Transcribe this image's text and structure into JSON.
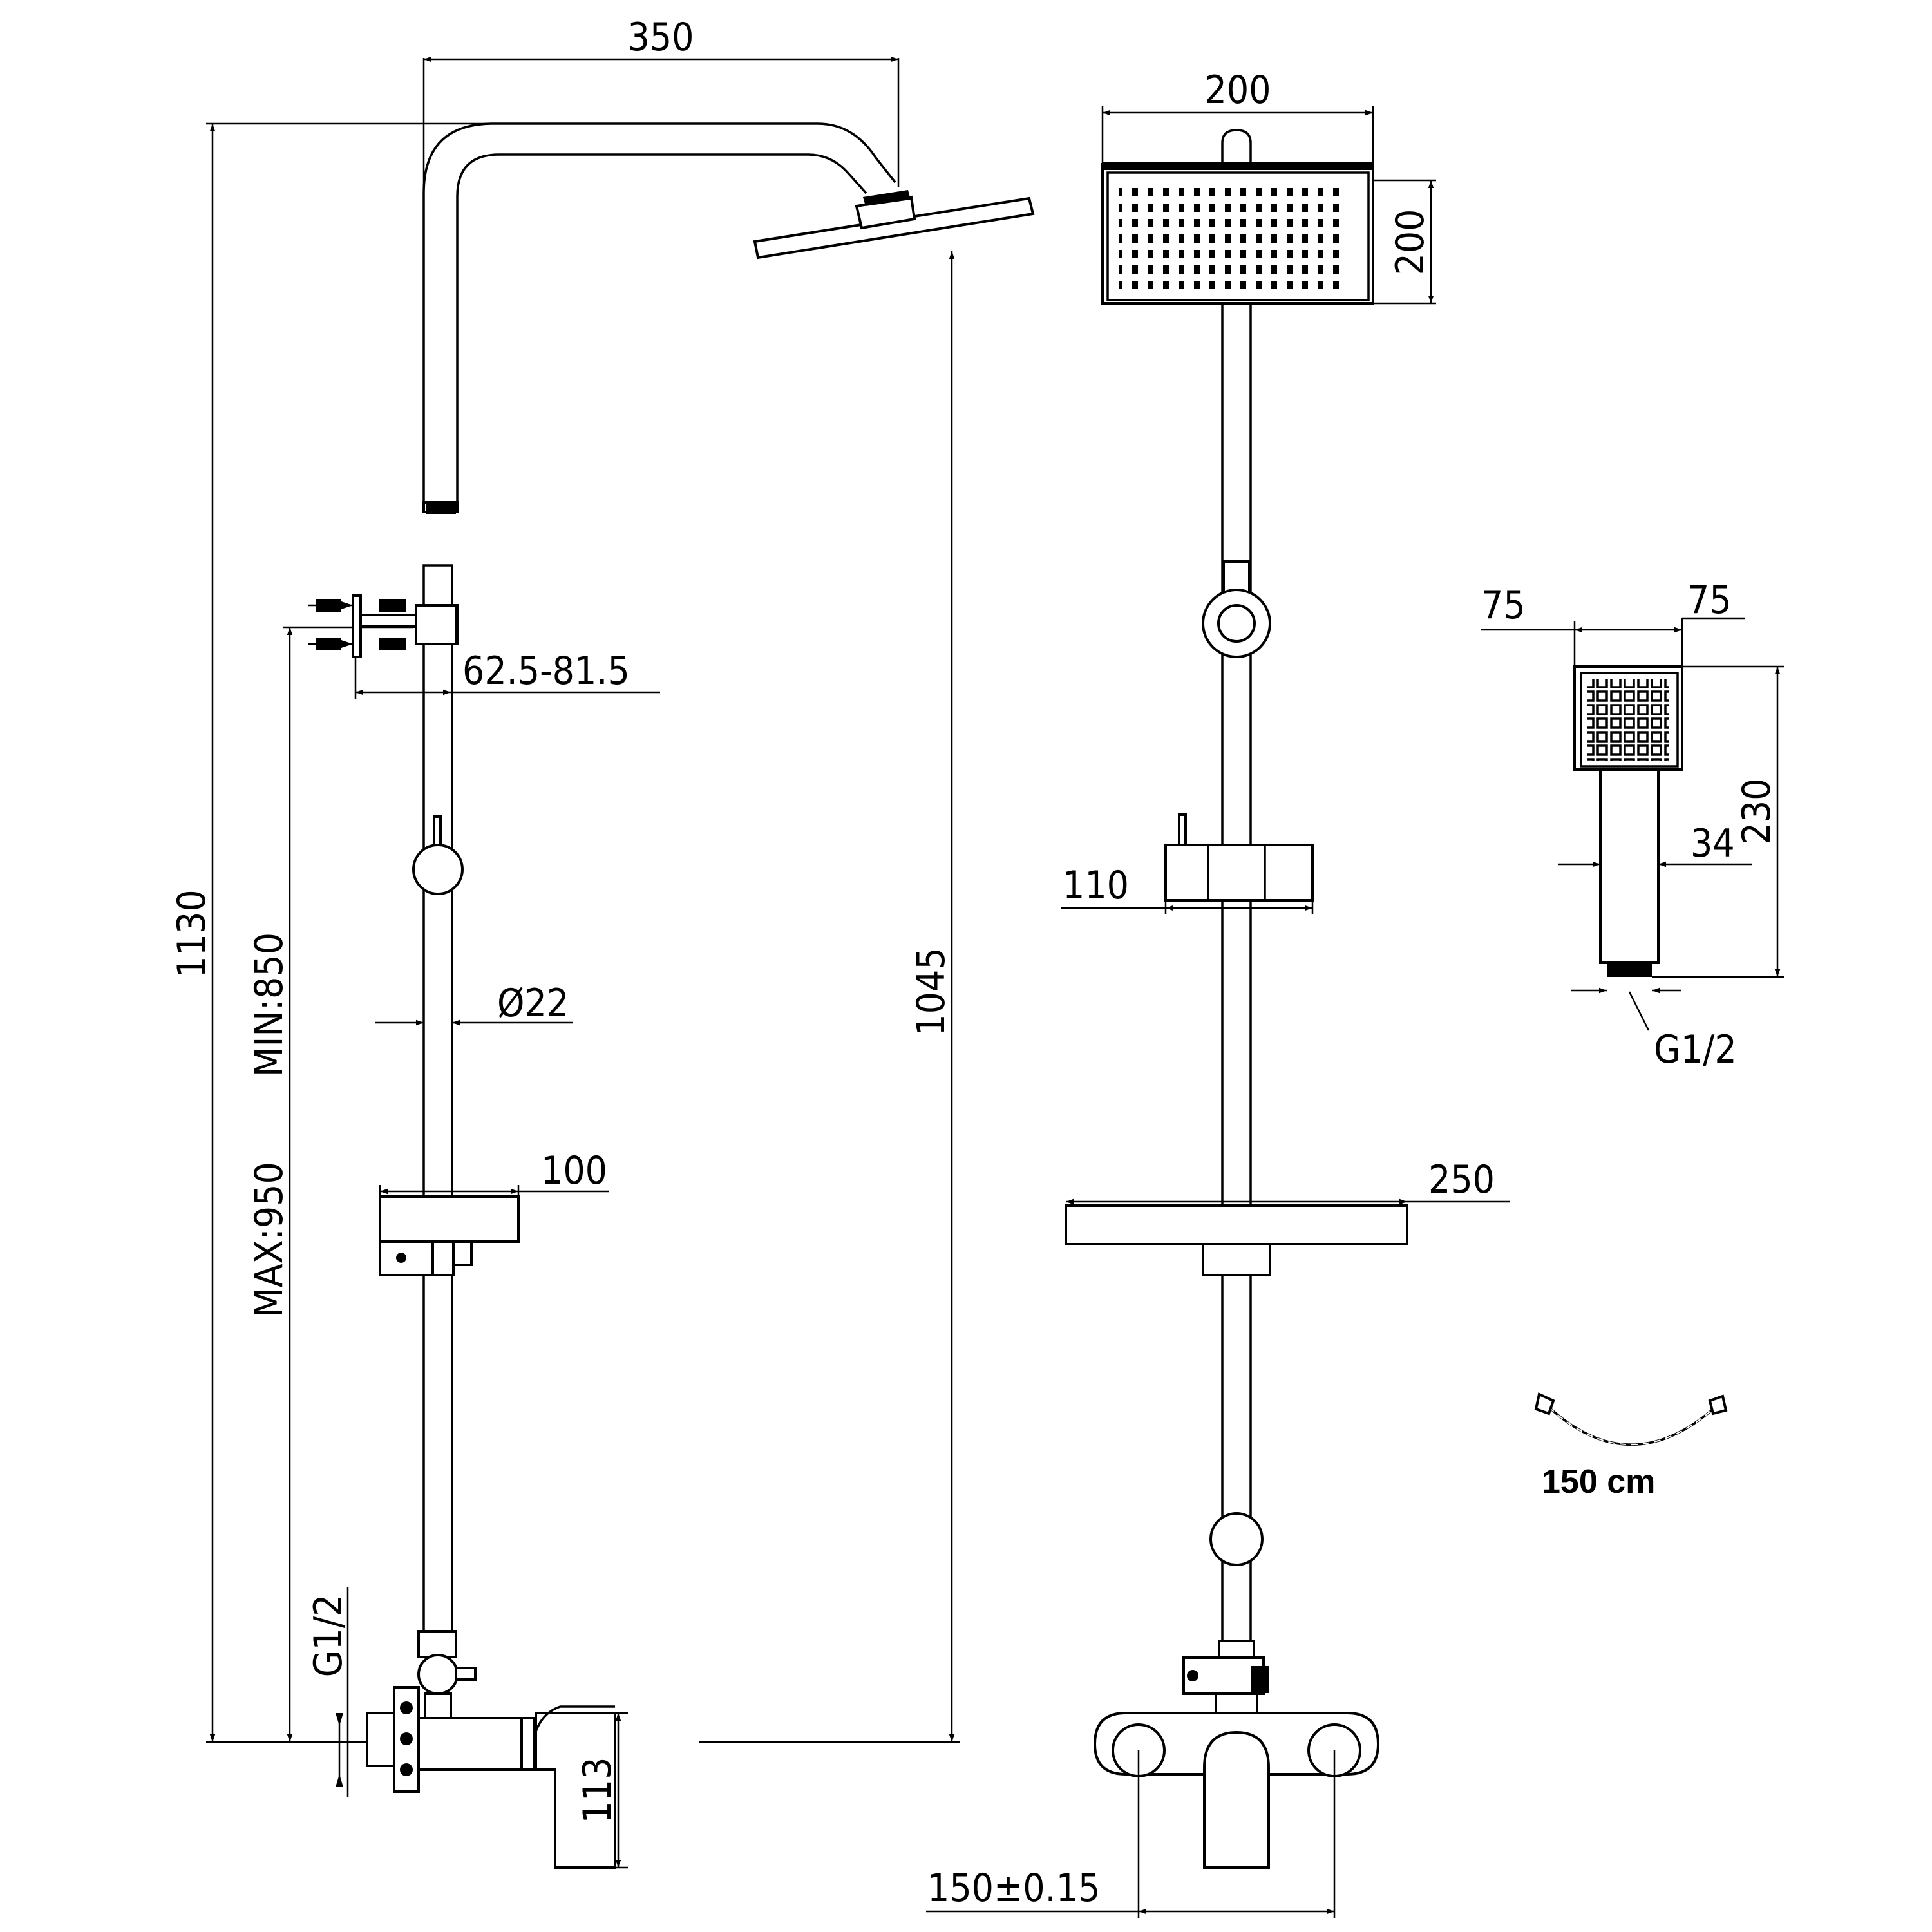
{
  "dimensions": {
    "arm_length": "350",
    "total_height": "1130",
    "rail_height": "1045",
    "height_range_max": "MAX:950",
    "height_range_min": "MIN:850",
    "bracket_depth": "62.5-81.5",
    "rail_diameter": "Ø22",
    "soap_dish_side": "100",
    "mixer_depth": "113",
    "inlet_thread_side": "G1/2",
    "head_width": "200",
    "head_depth": "200",
    "slider_width": "110",
    "shelf_width": "250",
    "centres": "150±0.15",
    "hand_left": "75",
    "hand_right": "75",
    "hand_length": "230",
    "hand_handle": "34",
    "hand_thread": "G1/2"
  },
  "hose": {
    "length_label": "150 cm"
  }
}
